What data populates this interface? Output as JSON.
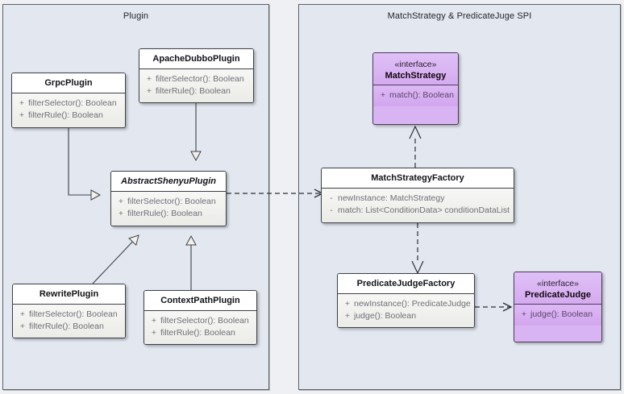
{
  "diagram": {
    "background_color": "#eef0f4",
    "panel_color": "#e2e7f0",
    "class_color": "#ffffff",
    "interface_color": "#d9b4f2"
  },
  "packages": [
    {
      "id": "plugin",
      "title": "Plugin"
    },
    {
      "id": "spi",
      "title": "MatchStrategy & PredicateJuge SPI"
    }
  ],
  "classes": {
    "grpc_plugin": {
      "name": "GrpcPlugin",
      "members": [
        {
          "vis": "+",
          "text": "filterSelector(): Boolean"
        },
        {
          "vis": "+",
          "text": "filterRule(): Boolean"
        }
      ]
    },
    "apache_dubbo_plugin": {
      "name": "ApacheDubboPlugin",
      "members": [
        {
          "vis": "+",
          "text": "filterSelector(): Boolean"
        },
        {
          "vis": "+",
          "text": "filterRule(): Boolean"
        }
      ]
    },
    "abstract_shenyu_plugin": {
      "name": "AbstractShenyuPlugin",
      "members": [
        {
          "vis": "+",
          "text": "filterSelector(): Boolean"
        },
        {
          "vis": "+",
          "text": "filterRule(): Boolean"
        }
      ]
    },
    "rewrite_plugin": {
      "name": "RewritePlugin",
      "members": [
        {
          "vis": "+",
          "text": "filterSelector(): Boolean"
        },
        {
          "vis": "+",
          "text": "filterRule(): Boolean"
        }
      ]
    },
    "context_path_plugin": {
      "name": "ContextPathPlugin",
      "members": [
        {
          "vis": "+",
          "text": "filterSelector(): Boolean"
        },
        {
          "vis": "+",
          "text": "filterRule(): Boolean"
        }
      ]
    },
    "match_strategy": {
      "stereotype": "«interface»",
      "name": "MatchStrategy",
      "members": [
        {
          "vis": "+",
          "text": "match(): Boolean"
        }
      ]
    },
    "match_strategy_factory": {
      "name": "MatchStrategyFactory",
      "members": [
        {
          "vis": "-",
          "text": "newInstance: MatchStrategy"
        },
        {
          "vis": "-",
          "text": "match: List<ConditionData> conditionDataList"
        }
      ]
    },
    "predicate_judge_factory": {
      "name": "PredicateJudgeFactory",
      "members": [
        {
          "vis": "+",
          "text": "newInstance(): PredicateJudge"
        },
        {
          "vis": "+",
          "text": "judge(): Boolean"
        }
      ]
    },
    "predicate_judge": {
      "stereotype": "«interface»",
      "name": "PredicateJudge",
      "members": [
        {
          "vis": "+",
          "text": "judge(): Boolean"
        }
      ]
    }
  },
  "relations": [
    {
      "from": "GrpcPlugin",
      "to": "AbstractShenyuPlugin",
      "type": "generalization"
    },
    {
      "from": "ApacheDubboPlugin",
      "to": "AbstractShenyuPlugin",
      "type": "generalization"
    },
    {
      "from": "RewritePlugin",
      "to": "AbstractShenyuPlugin",
      "type": "generalization"
    },
    {
      "from": "ContextPathPlugin",
      "to": "AbstractShenyuPlugin",
      "type": "generalization"
    },
    {
      "from": "AbstractShenyuPlugin",
      "to": "MatchStrategyFactory",
      "type": "dependency"
    },
    {
      "from": "MatchStrategyFactory",
      "to": "MatchStrategy",
      "type": "realization"
    },
    {
      "from": "MatchStrategyFactory",
      "to": "PredicateJudgeFactory",
      "type": "dependency"
    },
    {
      "from": "PredicateJudgeFactory",
      "to": "PredicateJudge",
      "type": "dependency"
    }
  ]
}
